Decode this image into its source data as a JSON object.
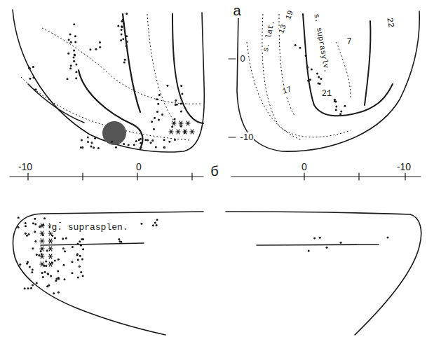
{
  "diagram": {
    "labels": [
      "а",
      "0",
      "-10",
      "s. lat.",
      "13",
      "19",
      "s. suprasylv.",
      "7",
      "22",
      "17",
      "21",
      "-10",
      "0",
      "б",
      "0",
      "-10",
      "g. suprasplen."
    ]
  }
}
